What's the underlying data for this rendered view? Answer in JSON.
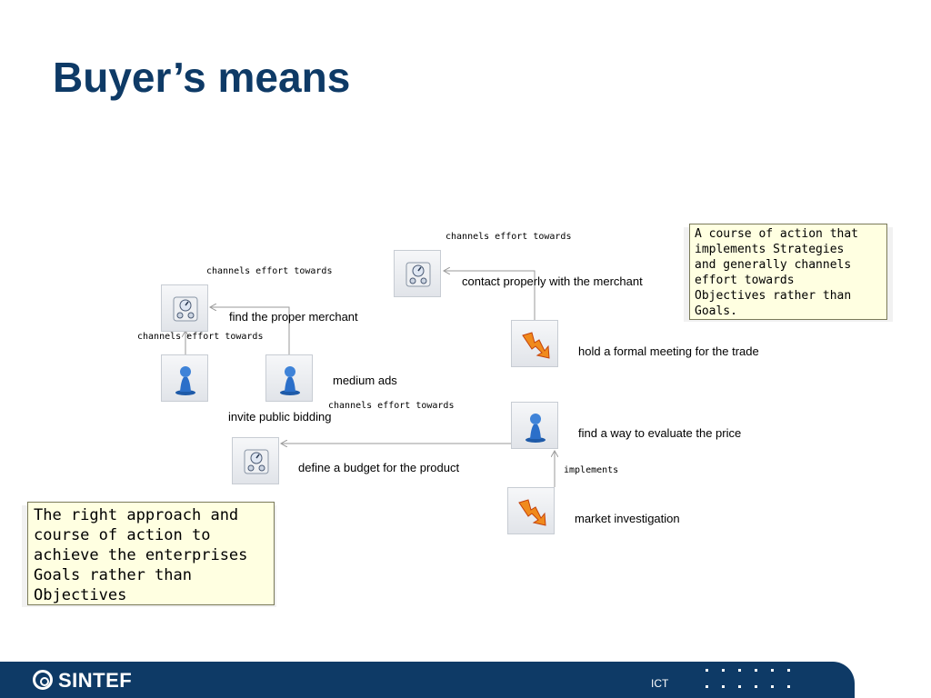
{
  "slide": {
    "title": "Buyer’s means"
  },
  "nodes": {
    "contact_merchant": "contact properly with the merchant",
    "find_merchant": "find the proper merchant",
    "formal_meeting": "hold a formal meeting for the trade",
    "medium_ads": "medium ads",
    "public_bidding": "invite public bidding",
    "evaluate_price": "find a way to evaluate the price",
    "define_budget": "define a budget for the product",
    "market_investigation": "market investigation"
  },
  "relations": {
    "r1": "channels effort towards",
    "r2": "channels effort towards",
    "r3": "channels effort towards",
    "r4": "channels effort towards",
    "r5": "implements"
  },
  "tooltips": {
    "strategy": "A course of action that\nimplements Strategies\nand generally channels\neffort towards\nObjectives rather than\nGoals.",
    "course": "The right approach and\ncourse of action to\nachieve the enterprises\nGoals rather than\nObjectives"
  },
  "icons": {
    "goal": "gauge-icon",
    "means": "pawn-icon",
    "action": "lightning-arrow-icon"
  },
  "colors": {
    "title": "#0e3a66",
    "footer": "#0e3a66",
    "tooltip_bg": "#ffffe1",
    "link": "#9a9a9a",
    "pawn": "#2b6fc9",
    "bolt": "#f08a1c"
  },
  "footer": {
    "brand": "SINTEF",
    "unit": "ICT"
  }
}
